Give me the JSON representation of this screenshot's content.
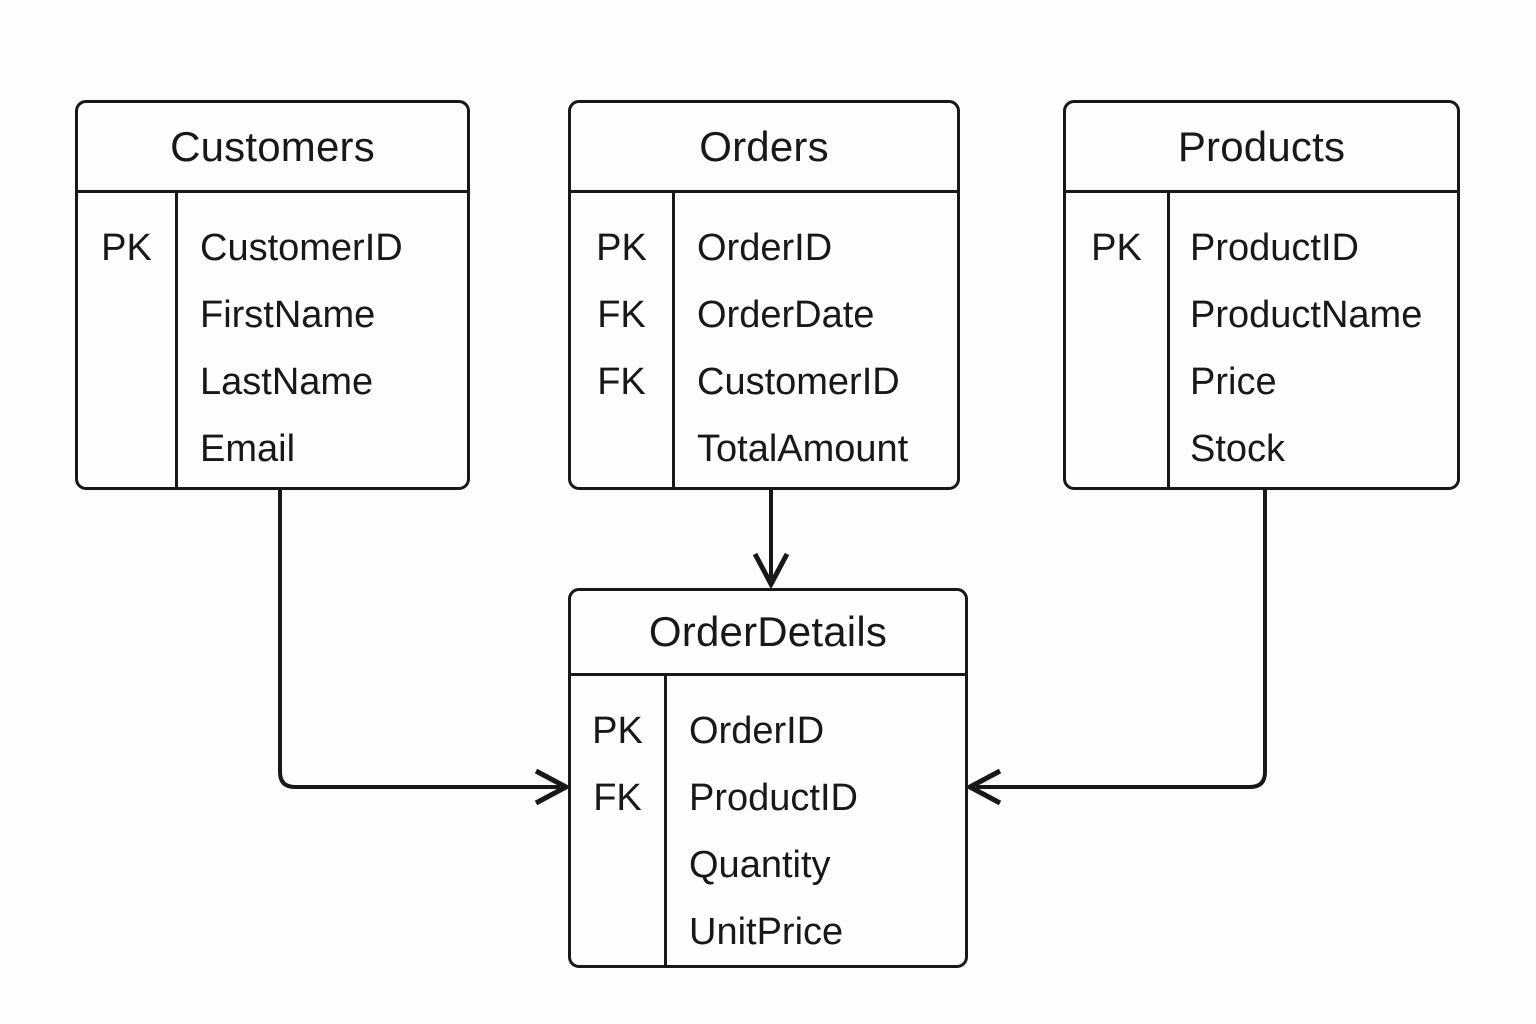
{
  "diagram": {
    "type": "entity-relationship-diagram",
    "background_color": "#fdfdfd",
    "line_color": "#16181a",
    "entities": [
      {
        "name": "Customers",
        "keys": [
          "PK",
          "",
          "",
          ""
        ],
        "attributes": [
          "CustomerID",
          "FirstName",
          "LastName",
          "Email"
        ]
      },
      {
        "name": "Orders",
        "keys": [
          "PK",
          "FK",
          "FK",
          ""
        ],
        "attributes": [
          "OrderID",
          "OrderDate",
          "CustomerID",
          "TotalAmount"
        ]
      },
      {
        "name": "Products",
        "keys": [
          "PK",
          "",
          "",
          ""
        ],
        "attributes": [
          "ProductID",
          "ProductName",
          "Price",
          "Stock"
        ]
      },
      {
        "name": "OrderDetails",
        "keys": [
          "PK",
          "FK",
          "",
          ""
        ],
        "attributes": [
          "OrderID",
          "ProductID",
          "Quantity",
          "UnitPrice"
        ]
      }
    ],
    "relationships": [
      {
        "from": "Customers",
        "to": "OrderDetails",
        "style": "orthogonal-elbow",
        "arrow": "open-v",
        "direction": "left-to-right"
      },
      {
        "from": "Orders",
        "to": "OrderDetails",
        "style": "straight-vertical",
        "arrow": "open-v",
        "direction": "top-to-bottom"
      },
      {
        "from": "Products",
        "to": "OrderDetails",
        "style": "orthogonal-elbow",
        "arrow": "open-v",
        "direction": "right-to-left"
      }
    ]
  }
}
